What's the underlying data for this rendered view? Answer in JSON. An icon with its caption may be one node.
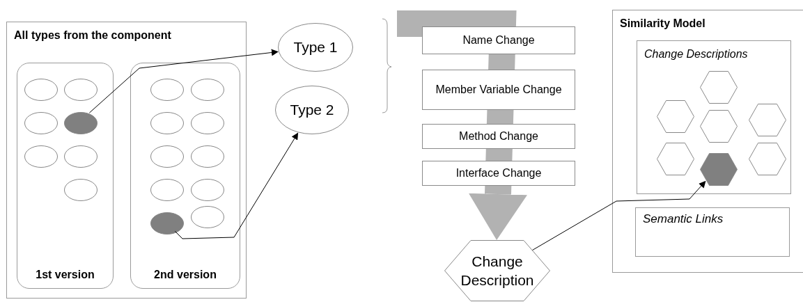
{
  "diagram": {
    "nodes": [
      {
        "text": [
          "All types from the component"
        ]
      },
      {
        "text": [
          "1st version"
        ],
        "in": 0
      },
      {
        "text": [
          "2nd version"
        ],
        "in": 0
      },
      {
        "text": [],
        "shape": "circle",
        "in": 1
      },
      {
        "text": [],
        "shape": "circle",
        "in": 1
      },
      {
        "text": [],
        "shape": "circle",
        "in": 1
      },
      {
        "text": [],
        "shape": "circle",
        "in": 1
      },
      {
        "text": [],
        "shape": "circle",
        "in": 1
      },
      {
        "text": [],
        "shape": "circle",
        "in": 1
      },
      {
        "text": [],
        "shape": "circle",
        "in": 1
      },
      {
        "text": [],
        "shape": "circle",
        "in": 2
      },
      {
        "text": [],
        "shape": "circle",
        "in": 2
      },
      {
        "text": [],
        "shape": "circle",
        "in": 2
      },
      {
        "text": [],
        "shape": "circle",
        "in": 2
      },
      {
        "text": [],
        "shape": "circle",
        "in": 2
      },
      {
        "text": [],
        "shape": "circle",
        "in": 2
      },
      {
        "text": [],
        "shape": "circle",
        "in": 2
      },
      {
        "text": [],
        "shape": "circle",
        "in": 2
      },
      {
        "text": [],
        "shape": "circle",
        "in": 2
      },
      {
        "text": [],
        "shape": "circle",
        "in": 2
      },
      {
        "text": [
          "Type 1"
        ]
      },
      {
        "text": [
          "Type 2"
        ]
      },
      {
        "text": [
          "Name Change"
        ]
      },
      {
        "text": [
          "Member Variable Change"
        ]
      },
      {
        "text": [
          "Method Change"
        ]
      },
      {
        "text": [
          "Interface Change"
        ]
      },
      {
        "text": [
          "Change Description"
        ]
      },
      {
        "text": [
          "Similarity Model"
        ]
      },
      {
        "text": [
          "Change Descriptions"
        ],
        "in": 27
      },
      {
        "text": [],
        "shape": "hexagon",
        "in": 28
      },
      {
        "text": [],
        "shape": "hexagon",
        "in": 28
      },
      {
        "text": [],
        "shape": "hexagon",
        "in": 28
      },
      {
        "text": [],
        "shape": "hexagon",
        "in": 28
      },
      {
        "text": [],
        "shape": "hexagon",
        "in": 28
      },
      {
        "text": [],
        "shape": "hexagon",
        "in": 28
      },
      {
        "text": [],
        "shape": "hexagon",
        "in": 28
      },
      {
        "text": [
          "Semantic Links"
        ],
        "in": 27
      }
    ],
    "edges": [
      {
        "from": 6,
        "to": 20,
        "arrow": "to"
      },
      {
        "from": 18,
        "to": 21,
        "arrow": "to"
      },
      {
        "from": 26,
        "to": 35,
        "arrow": "to"
      },
      {
        "from": null,
        "to": 26,
        "arrow": "to",
        "style": "thick",
        "color": "#b2b2b2"
      }
    ]
  }
}
